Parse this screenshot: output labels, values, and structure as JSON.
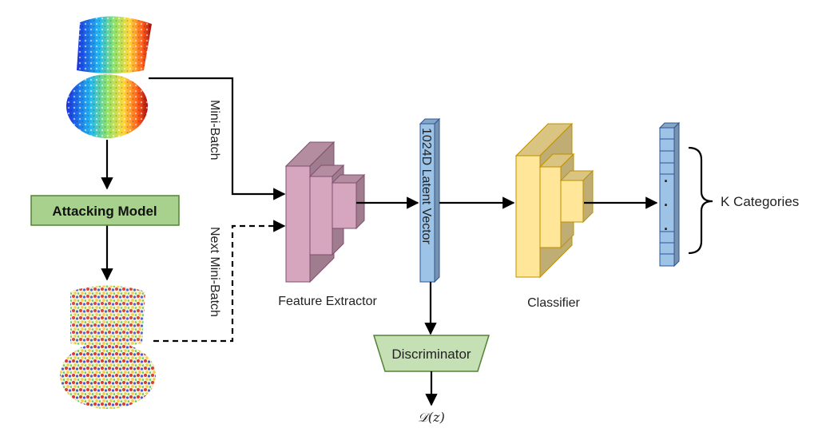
{
  "labels": {
    "mini_batch": "Mini-Batch",
    "next_mini_batch": "Next Mini-Batch",
    "attacking_model": "Attacking Model",
    "feature_extractor": "Feature Extractor",
    "latent_vector": "1024D Latent Vector",
    "classifier": "Classifier",
    "discriminator": "Discriminator",
    "output": "𝒟(z)",
    "categories": "K Categories",
    "ellipsis": "·"
  },
  "colors": {
    "attacking_fill": "#a9d18e",
    "attacking_stroke": "#548235",
    "extractor_fill": "#d5a6bd",
    "extractor_stroke": "#7f4f6f",
    "latent_fill": "#9dc3e6",
    "latent_stroke": "#2e5597",
    "classifier_fill": "#ffe699",
    "classifier_stroke": "#bf9000",
    "discriminator_fill": "#c5e0b4",
    "discriminator_stroke": "#548235",
    "output_vector_fill": "#9dc3e6"
  },
  "icons": {
    "clean_point_cloud": "clean-point-cloud-icon",
    "perturbed_point_cloud": "perturbed-point-cloud-icon"
  }
}
